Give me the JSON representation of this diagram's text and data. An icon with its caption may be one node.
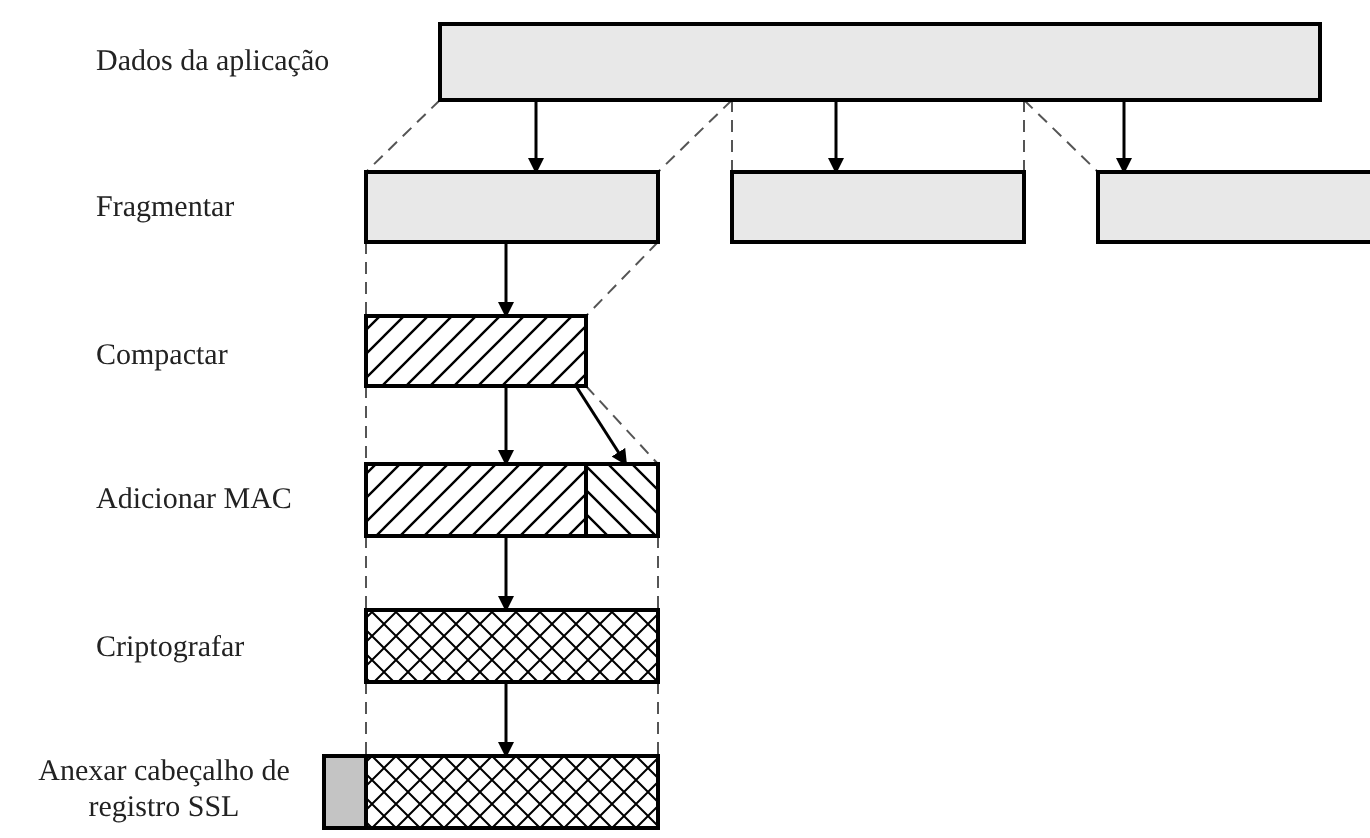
{
  "diagram": {
    "nodes": [
      {
        "text": [],
        "shape": "box"
      },
      {
        "text": [],
        "shape": "box"
      },
      {
        "text": [],
        "shape": "box"
      },
      {
        "text": [],
        "shape": "box"
      },
      {
        "text": [],
        "shape": "box"
      },
      {
        "text": [],
        "shape": "box"
      },
      {
        "text": [],
        "shape": "box"
      },
      {
        "text": [],
        "shape": "box"
      },
      {
        "text": [],
        "shape": "box"
      },
      {
        "text": [],
        "shape": "box"
      }
    ],
    "edges": [
      {
        "from": 0,
        "to": 1,
        "arrow": "to"
      },
      {
        "from": 0,
        "to": 2,
        "arrow": "to"
      },
      {
        "from": 0,
        "to": 3,
        "arrow": "to"
      },
      {
        "from": 1,
        "to": 4,
        "arrow": "to"
      },
      {
        "from": 4,
        "to": 5,
        "arrow": "to"
      },
      {
        "from": 4,
        "to": 6,
        "arrow": "to"
      },
      {
        "from": 5,
        "to": 7,
        "arrow": "to"
      },
      {
        "from": 7,
        "to": 9,
        "arrow": "to"
      },
      {
        "from": 0,
        "to": 1,
        "arrow": "none",
        "style": "dashed",
        "color": "#555555"
      },
      {
        "from": 0,
        "to": 1,
        "arrow": "none",
        "style": "dashed",
        "color": "#555555"
      },
      {
        "from": 0,
        "to": 2,
        "arrow": "none",
        "style": "dashed",
        "color": "#555555"
      },
      {
        "from": 0,
        "to": 2,
        "arrow": "none",
        "style": "dashed",
        "color": "#555555"
      },
      {
        "from": 0,
        "to": 3,
        "arrow": "none",
        "style": "dashed",
        "color": "#555555"
      },
      {
        "from": 1,
        "to": 4,
        "arrow": "none",
        "style": "dashed",
        "color": "#555555"
      },
      {
        "from": 1,
        "to": 4,
        "arrow": "none",
        "style": "dashed",
        "color": "#555555"
      },
      {
        "from": 4,
        "to": 5,
        "arrow": "none",
        "style": "dashed",
        "color": "#555555"
      },
      {
        "from": 4,
        "to": 6,
        "arrow": "none",
        "style": "dashed",
        "color": "#555555"
      },
      {
        "from": 5,
        "to": 7,
        "arrow": "none",
        "style": "dashed",
        "color": "#555555"
      },
      {
        "from": 6,
        "to": 7,
        "arrow": "none",
        "style": "dashed",
        "color": "#555555"
      },
      {
        "from": 7,
        "to": 9,
        "arrow": "none",
        "style": "dashed",
        "color": "#555555"
      },
      {
        "from": 7,
        "to": 9,
        "arrow": "none",
        "style": "dashed",
        "color": "#555555"
      }
    ],
    "labels": [
      "Dados da aplicação",
      "Fragmentar",
      "Compactar",
      "Adicionar MAC",
      "Criptografar",
      "Anexar cabeçalho de registro SSL"
    ]
  }
}
